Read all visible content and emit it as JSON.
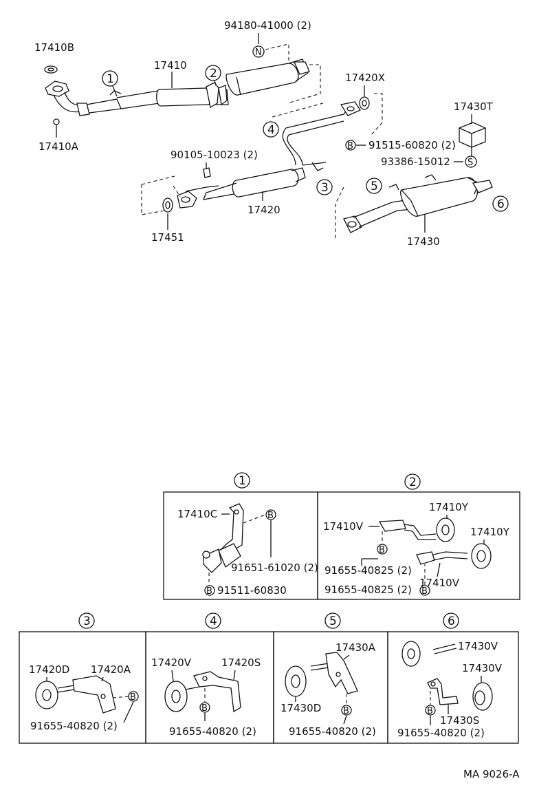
{
  "labels": {
    "p17410B": "17410B",
    "p17410A": "17410A",
    "p17410": "17410",
    "p94180": "94180-41000 (2)",
    "p17420X": "17420X",
    "p17430T": "17430T",
    "p91515": "91515-60820 (2)",
    "p93386": "93386-15012",
    "p90105": "90105-10023 (2)",
    "p17420": "17420",
    "p17451": "17451",
    "p17430": "17430",
    "d1_17410C": "17410C",
    "d1_91651": "91651-61020 (2)",
    "d1_91511": "91511-60830",
    "d2_17410Y_a": "17410Y",
    "d2_17410Y_b": "17410Y",
    "d2_17410V_a": "17410V",
    "d2_17410V_b": "17410V",
    "d2_91655_a": "91655-40825 (2)",
    "d2_91655_b": "91655-40825 (2)",
    "d3_17420D": "17420D",
    "d3_17420A": "17420A",
    "d3_91655": "91655-40820 (2)",
    "d4_17420V": "17420V",
    "d4_17420S": "17420S",
    "d4_91655": "91655-40820 (2)",
    "d5_17430A": "17430A",
    "d5_17430D": "17430D",
    "d5_91655": "91655-40820 (2)",
    "d6_17430V_a": "17430V",
    "d6_17430V_b": "17430V",
    "d6_17430S": "17430S",
    "d6_91655": "91655-40820 (2)",
    "code": "MA 9026-A"
  },
  "markers": {
    "n1": "1",
    "n2": "2",
    "n3": "3",
    "n4": "4",
    "n5": "5",
    "n6": "6",
    "letterN": "N",
    "letterB": "B",
    "letterS": "S"
  }
}
